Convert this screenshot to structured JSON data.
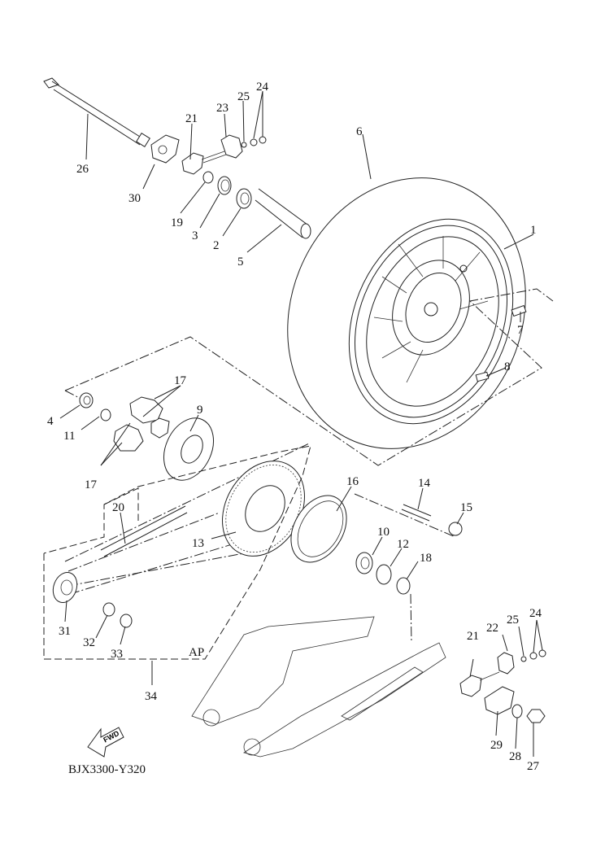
{
  "diagram": {
    "code": "BJX3300-Y320",
    "fwd_label": "FWD",
    "ap_label": "AP",
    "callouts": [
      {
        "id": "26",
        "text": "26"
      },
      {
        "id": "30",
        "text": "30"
      },
      {
        "id": "21a",
        "text": "21"
      },
      {
        "id": "23",
        "text": "23"
      },
      {
        "id": "25a",
        "text": "25"
      },
      {
        "id": "24a",
        "text": "24"
      },
      {
        "id": "19",
        "text": "19"
      },
      {
        "id": "3",
        "text": "3"
      },
      {
        "id": "2",
        "text": "2"
      },
      {
        "id": "5",
        "text": "5"
      },
      {
        "id": "6",
        "text": "6"
      },
      {
        "id": "1",
        "text": "1"
      },
      {
        "id": "7",
        "text": "7"
      },
      {
        "id": "8",
        "text": "8"
      },
      {
        "id": "17a",
        "text": "17"
      },
      {
        "id": "17b",
        "text": "17"
      },
      {
        "id": "4",
        "text": "4"
      },
      {
        "id": "11",
        "text": "11"
      },
      {
        "id": "9",
        "text": "9"
      },
      {
        "id": "20",
        "text": "20"
      },
      {
        "id": "13",
        "text": "13"
      },
      {
        "id": "16",
        "text": "16"
      },
      {
        "id": "14",
        "text": "14"
      },
      {
        "id": "15",
        "text": "15"
      },
      {
        "id": "10",
        "text": "10"
      },
      {
        "id": "12",
        "text": "12"
      },
      {
        "id": "18",
        "text": "18"
      },
      {
        "id": "31",
        "text": "31"
      },
      {
        "id": "32",
        "text": "32"
      },
      {
        "id": "33",
        "text": "33"
      },
      {
        "id": "34",
        "text": "34"
      },
      {
        "id": "21b",
        "text": "21"
      },
      {
        "id": "22",
        "text": "22"
      },
      {
        "id": "25b",
        "text": "25"
      },
      {
        "id": "24b",
        "text": "24"
      },
      {
        "id": "29",
        "text": "29"
      },
      {
        "id": "28",
        "text": "28"
      },
      {
        "id": "27",
        "text": "27"
      }
    ]
  }
}
